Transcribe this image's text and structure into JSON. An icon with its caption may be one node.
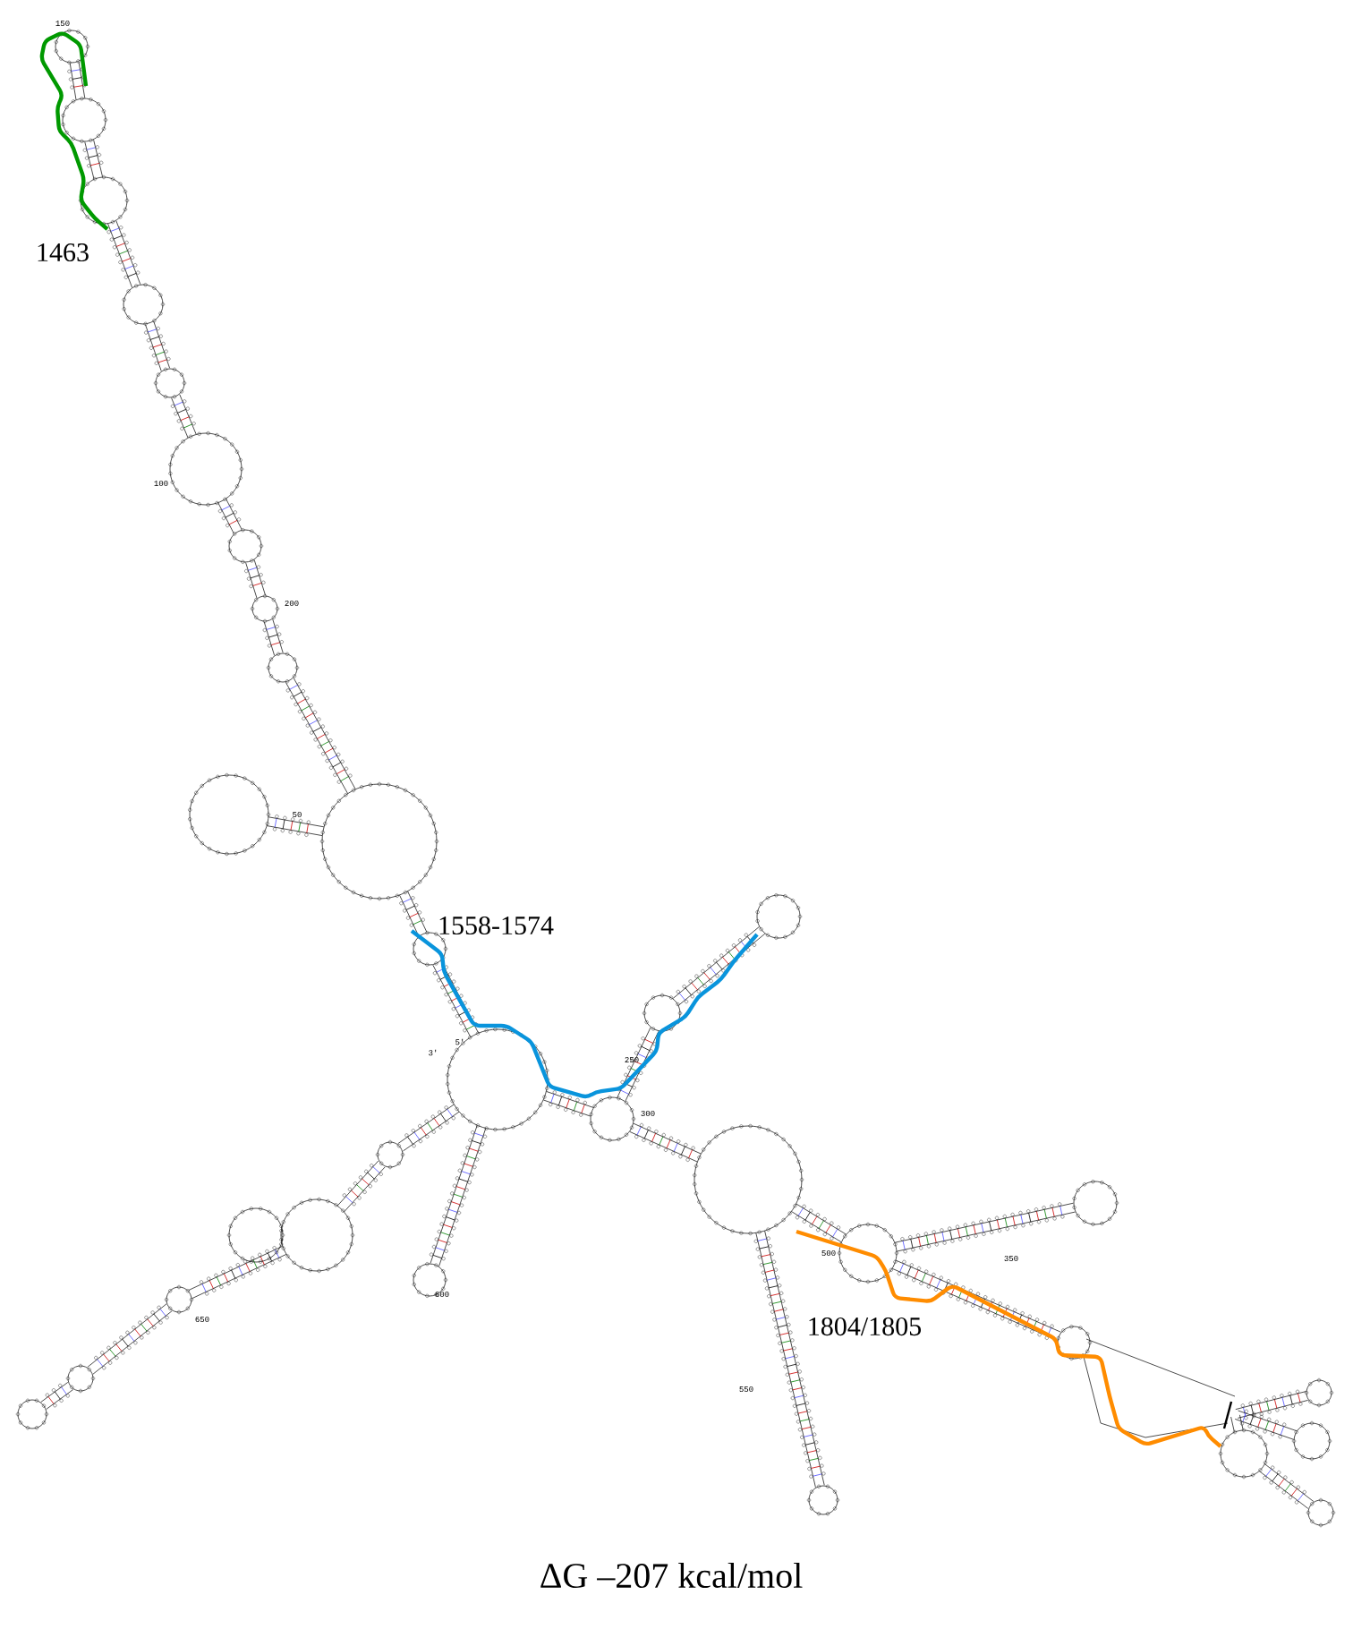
{
  "diagram": {
    "caption": "ΔG     –207 kcal/mol",
    "labels": [
      "150",
      "1463",
      "100",
      "200",
      "50",
      "1558-1574",
      "5'",
      "3'",
      "250",
      "300",
      "500",
      "350",
      "1804/1805",
      "600",
      "650",
      "550"
    ]
  }
}
